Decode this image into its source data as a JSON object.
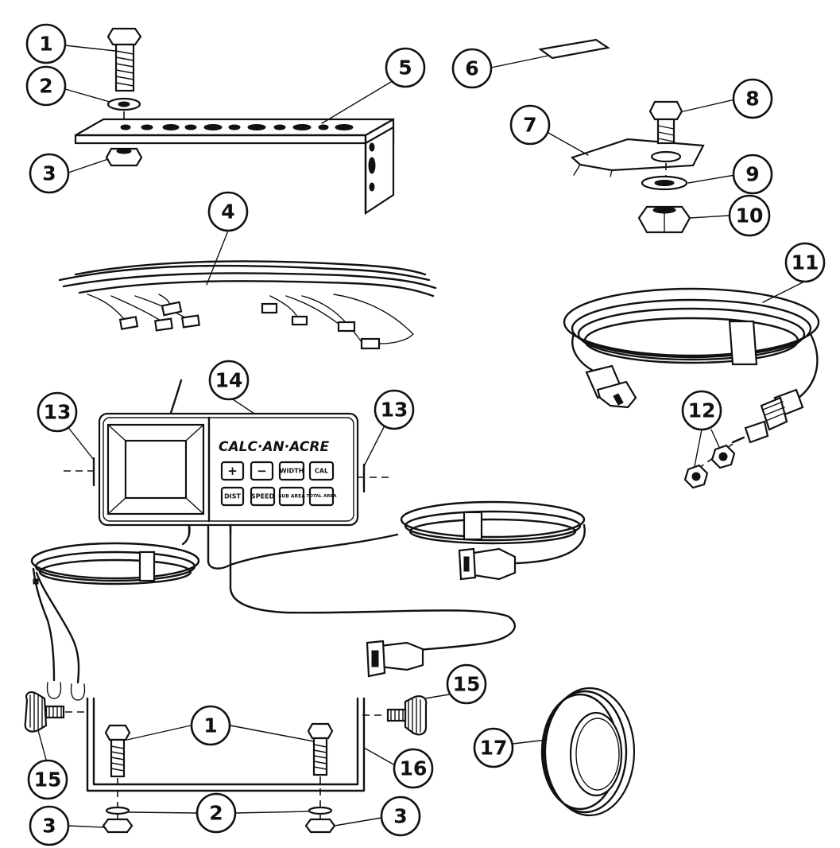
{
  "callouts": [
    "1",
    "2",
    "3",
    "4",
    "5",
    "6",
    "7",
    "8",
    "9",
    "10",
    "11",
    "12",
    "13",
    "14",
    "15",
    "16",
    "17"
  ],
  "monitor": {
    "brand": "CALC·AN·ACRE",
    "keys": {
      "plus": "+",
      "minus": "−",
      "width": "WIDTH",
      "cal": "CAL",
      "dist": "DIST",
      "speed": "SPEED",
      "sub_area": "SUB AREA",
      "total_area": "TOTAL AREA"
    }
  }
}
